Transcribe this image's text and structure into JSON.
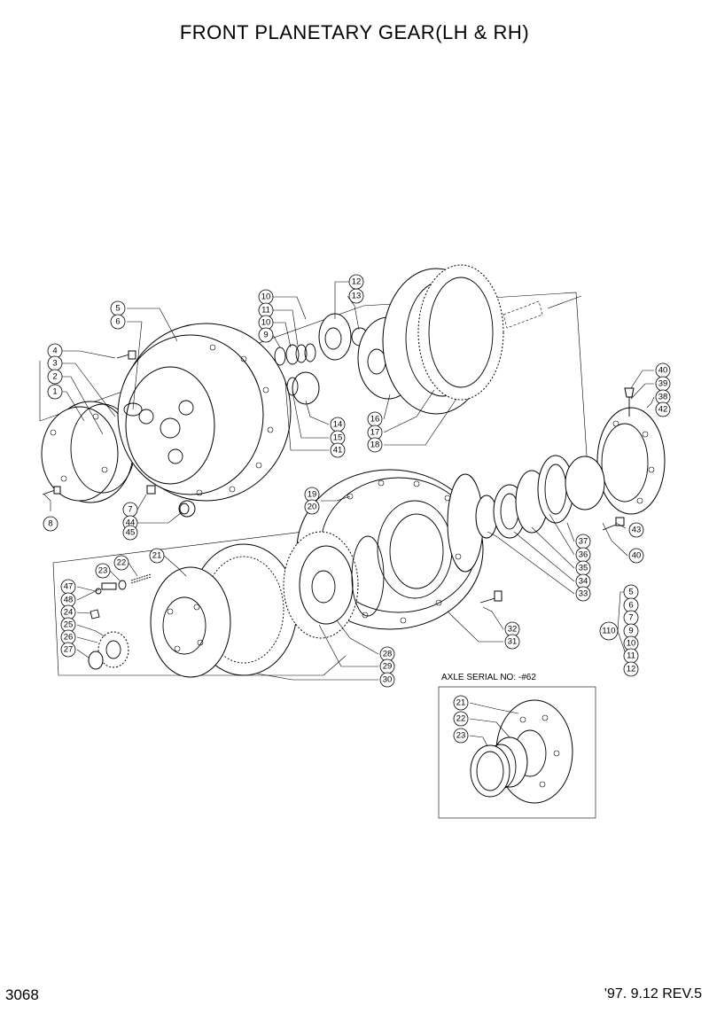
{
  "title": "FRONT PLANETARY GEAR(LH & RH)",
  "page_number": "3068",
  "revision": "'97. 9.12  REV.5",
  "inset": {
    "caption": "AXLE SERIAL NO: -#62"
  },
  "callouts": {
    "main": [
      "5",
      "6",
      "4",
      "3",
      "2",
      "1",
      "8",
      "7",
      "44",
      "45",
      "10",
      "11",
      "10",
      "9",
      "12",
      "13",
      "14",
      "15",
      "41",
      "16",
      "17",
      "18",
      "40",
      "39",
      "38",
      "42",
      "19",
      "20",
      "43",
      "40",
      "37",
      "36",
      "35",
      "34",
      "33",
      "21",
      "22",
      "23",
      "47",
      "48",
      "24",
      "25",
      "26",
      "27",
      "28",
      "29",
      "30",
      "32",
      "31",
      "5",
      "6",
      "7",
      "110",
      "9",
      "10",
      "11",
      "12"
    ],
    "inset": [
      "21",
      "22",
      "23"
    ]
  }
}
